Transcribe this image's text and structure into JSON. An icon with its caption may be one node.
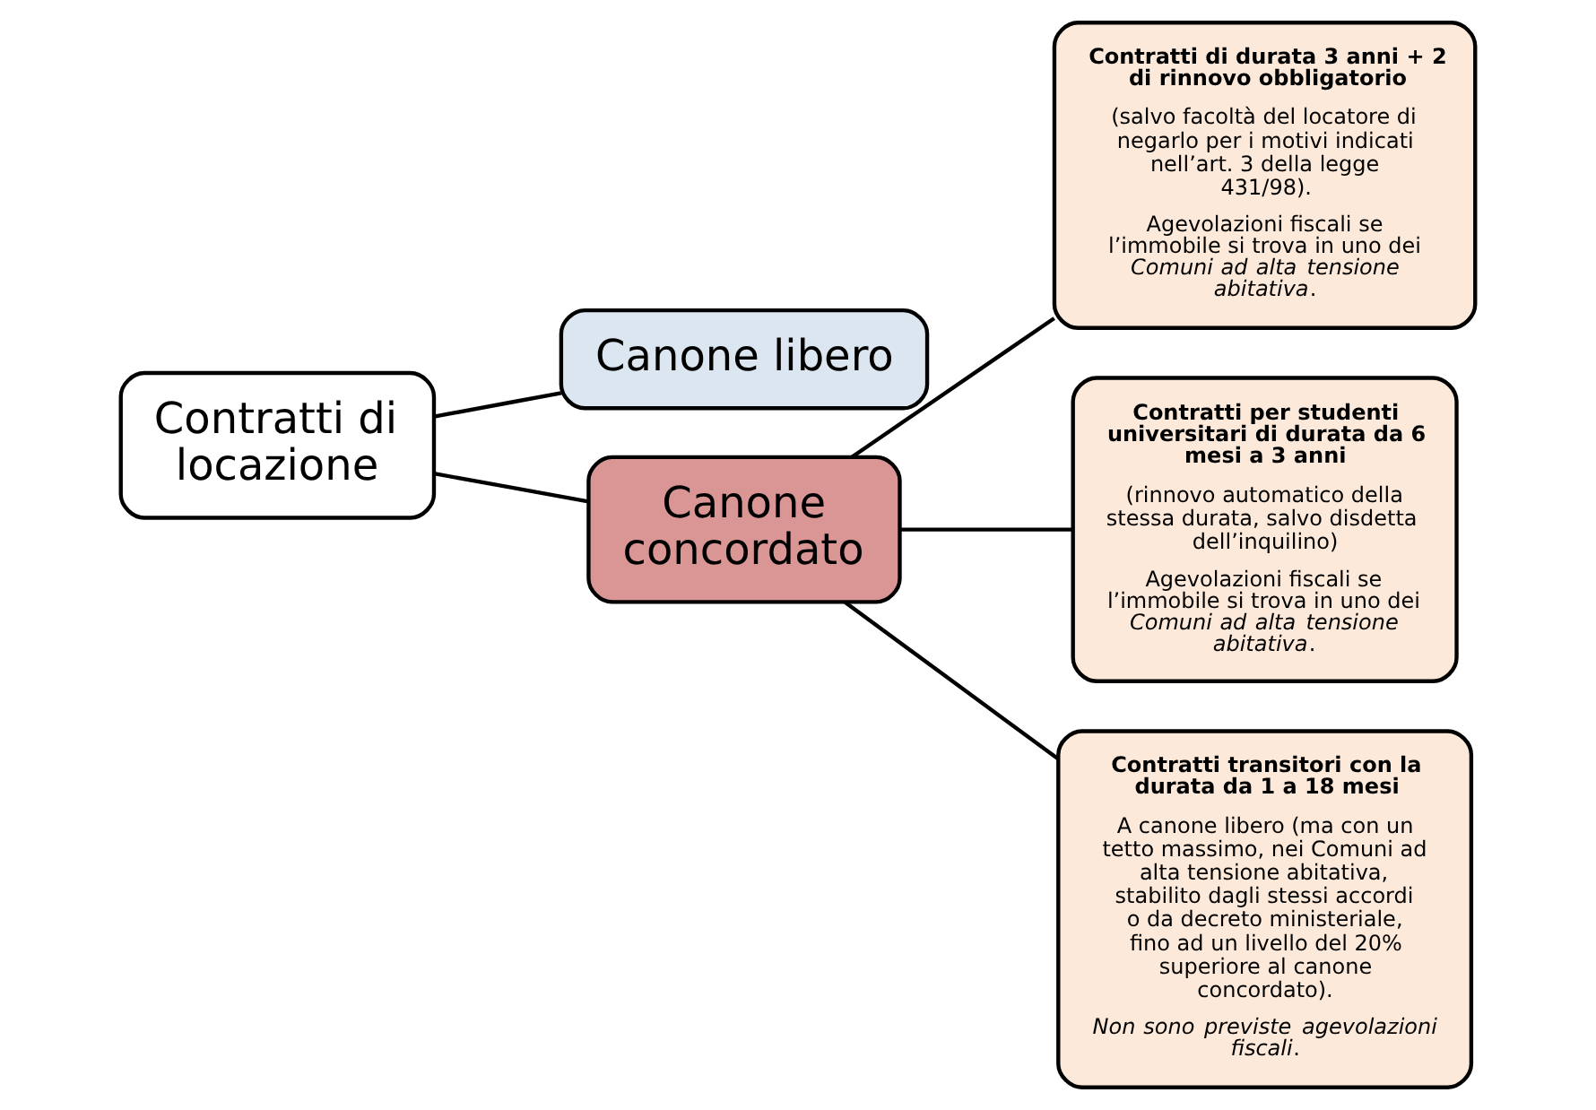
{
  "diagram": {
    "nodes": [
      {
        "text": [
          "Contratti di locazione"
        ]
      },
      {
        "text": [
          "Canone libero"
        ]
      },
      {
        "text": [
          "Canone concordato"
        ]
      },
      {
        "text": [
          "Contratti di durata 3 anni + 2 di rinnovo obbligatorio",
          "(salvo facoltà del locatore di negarlo per i motivi indicati nell’art. 3 della legge 431/98).",
          "Agevolazioni fiscali se l’immobile si trova in uno dei *Comuni ad alta tensione abitativa*."
        ]
      },
      {
        "text": [
          "Contratti per studenti universitari di durata da 6 mesi a 3 anni",
          "(rinnovo automatico della stessa durata, salvo disdetta dell’inquilino)",
          "Agevolazioni fiscali se l’immobile si trova in uno dei *Comuni ad alta tensione abitativa*."
        ]
      },
      {
        "text": [
          "Contratti transitori con la durata da 1 a 18 mesi",
          "A canone libero (ma con un tetto massimo, nei Comuni ad alta tensione abitativa, stabilito dagli stessi accordi o da decreto ministeriale, fino ad un livello del 20% superiore al canone concordato).",
          "*Non sono previste agevolazioni fiscali*."
        ]
      }
    ],
    "edges": [
      {
        "from": 0,
        "to": 1,
        "arrow": "none"
      },
      {
        "from": 0,
        "to": 2,
        "arrow": "none"
      },
      {
        "from": 2,
        "to": 3,
        "arrow": "none"
      },
      {
        "from": 2,
        "to": 4,
        "arrow": "none"
      },
      {
        "from": 2,
        "to": 5,
        "arrow": "none"
      }
    ]
  }
}
